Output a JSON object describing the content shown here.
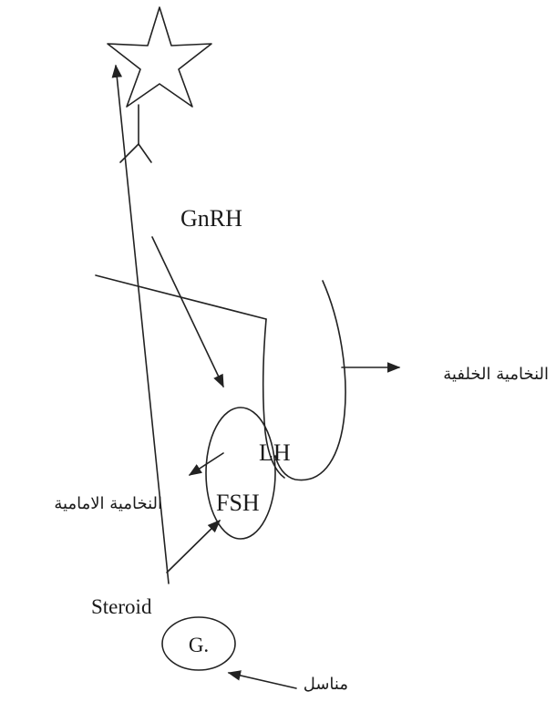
{
  "labels": {
    "gnrh": "GnRH",
    "lh": "LH",
    "fsh": "FSH",
    "steroid": "Steroid",
    "gonad": "G.",
    "posterior_pituitary": "النخامية الخلفية",
    "anterior_pituitary": "النخامية الامامية",
    "gonads": "مناسل"
  },
  "icons": {
    "neuron": "star-icon",
    "dendrite": "fork-icon"
  },
  "colors": {
    "ink": "#222222",
    "background": "#ffffff"
  }
}
